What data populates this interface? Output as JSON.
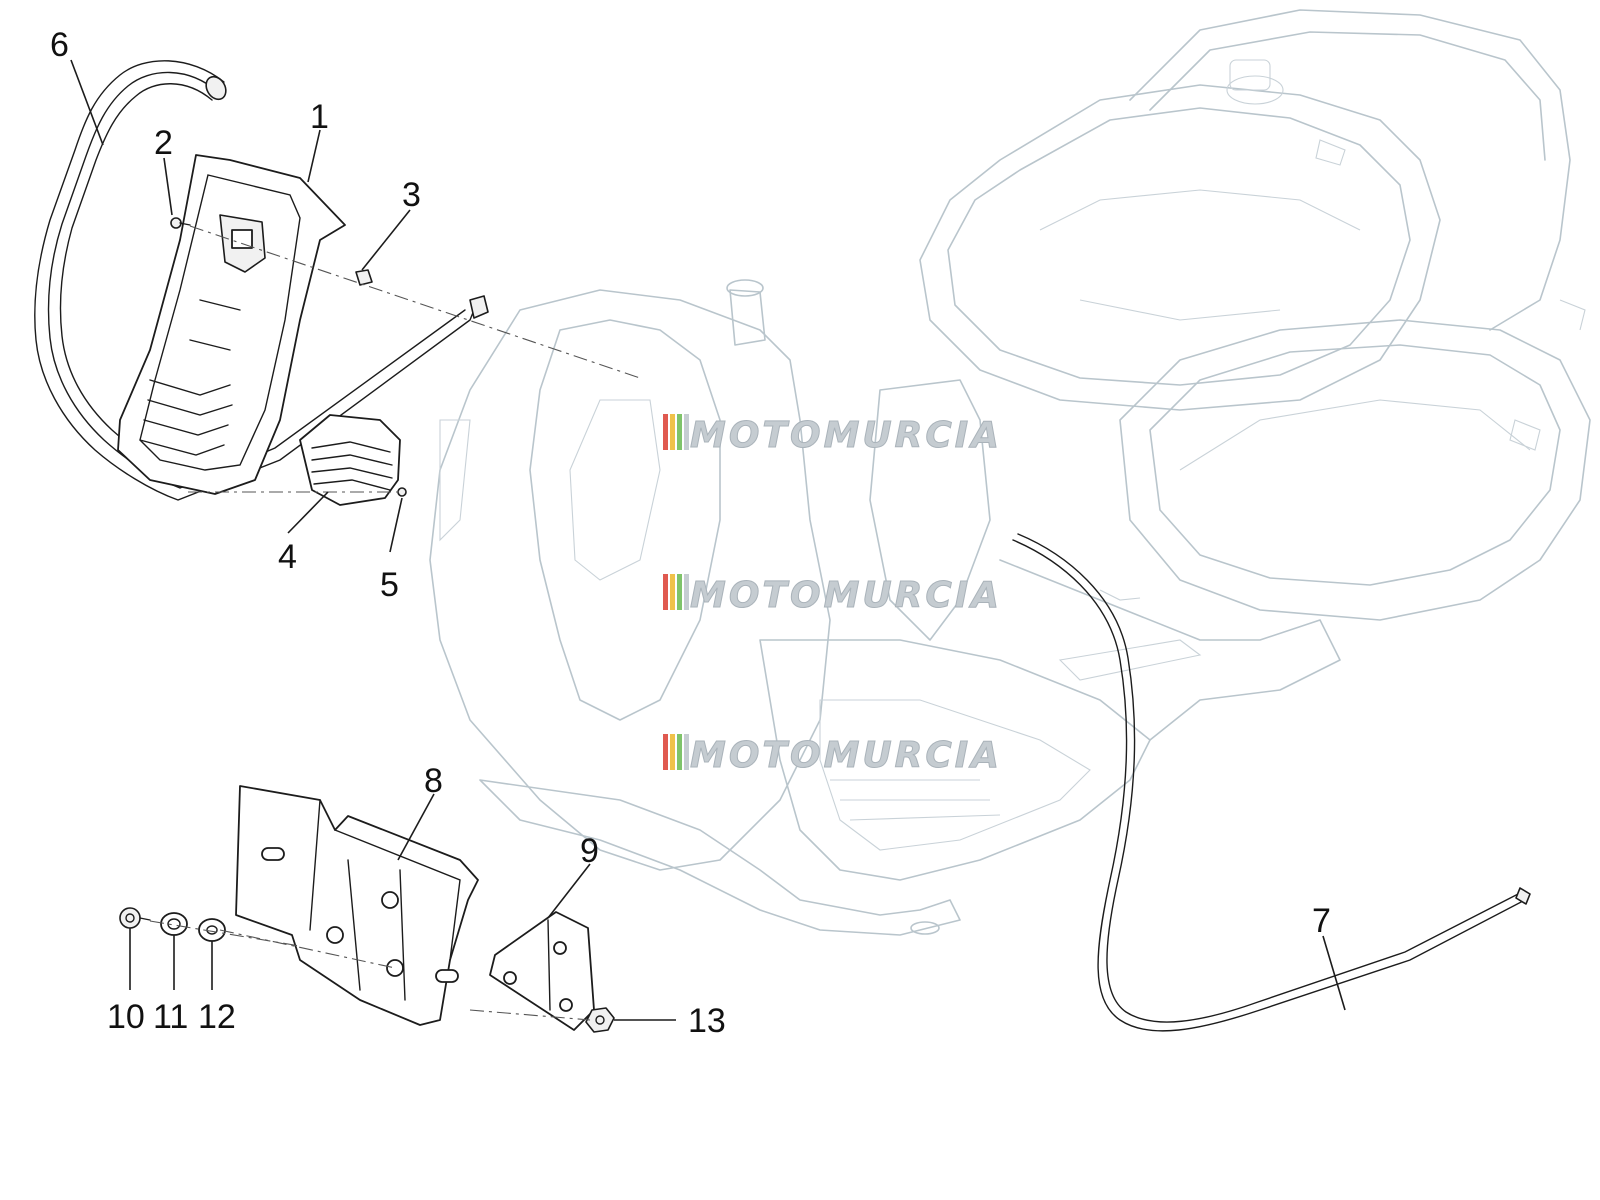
{
  "watermark": {
    "text": "MOTOMURCIA",
    "stripe_colors": [
      "#e05a50",
      "#f0c24a",
      "#7fc36a",
      "#c7cdd2"
    ]
  },
  "callouts": [
    {
      "id": "1",
      "label": "1"
    },
    {
      "id": "2",
      "label": "2"
    },
    {
      "id": "3",
      "label": "3"
    },
    {
      "id": "4",
      "label": "4"
    },
    {
      "id": "5",
      "label": "5"
    },
    {
      "id": "6",
      "label": "6"
    },
    {
      "id": "7",
      "label": "7"
    },
    {
      "id": "8",
      "label": "8"
    },
    {
      "id": "9",
      "label": "9"
    },
    {
      "id": "10",
      "label": "10"
    },
    {
      "id": "11",
      "label": "11"
    },
    {
      "id": "12",
      "label": "12"
    },
    {
      "id": "13",
      "label": "13"
    }
  ]
}
